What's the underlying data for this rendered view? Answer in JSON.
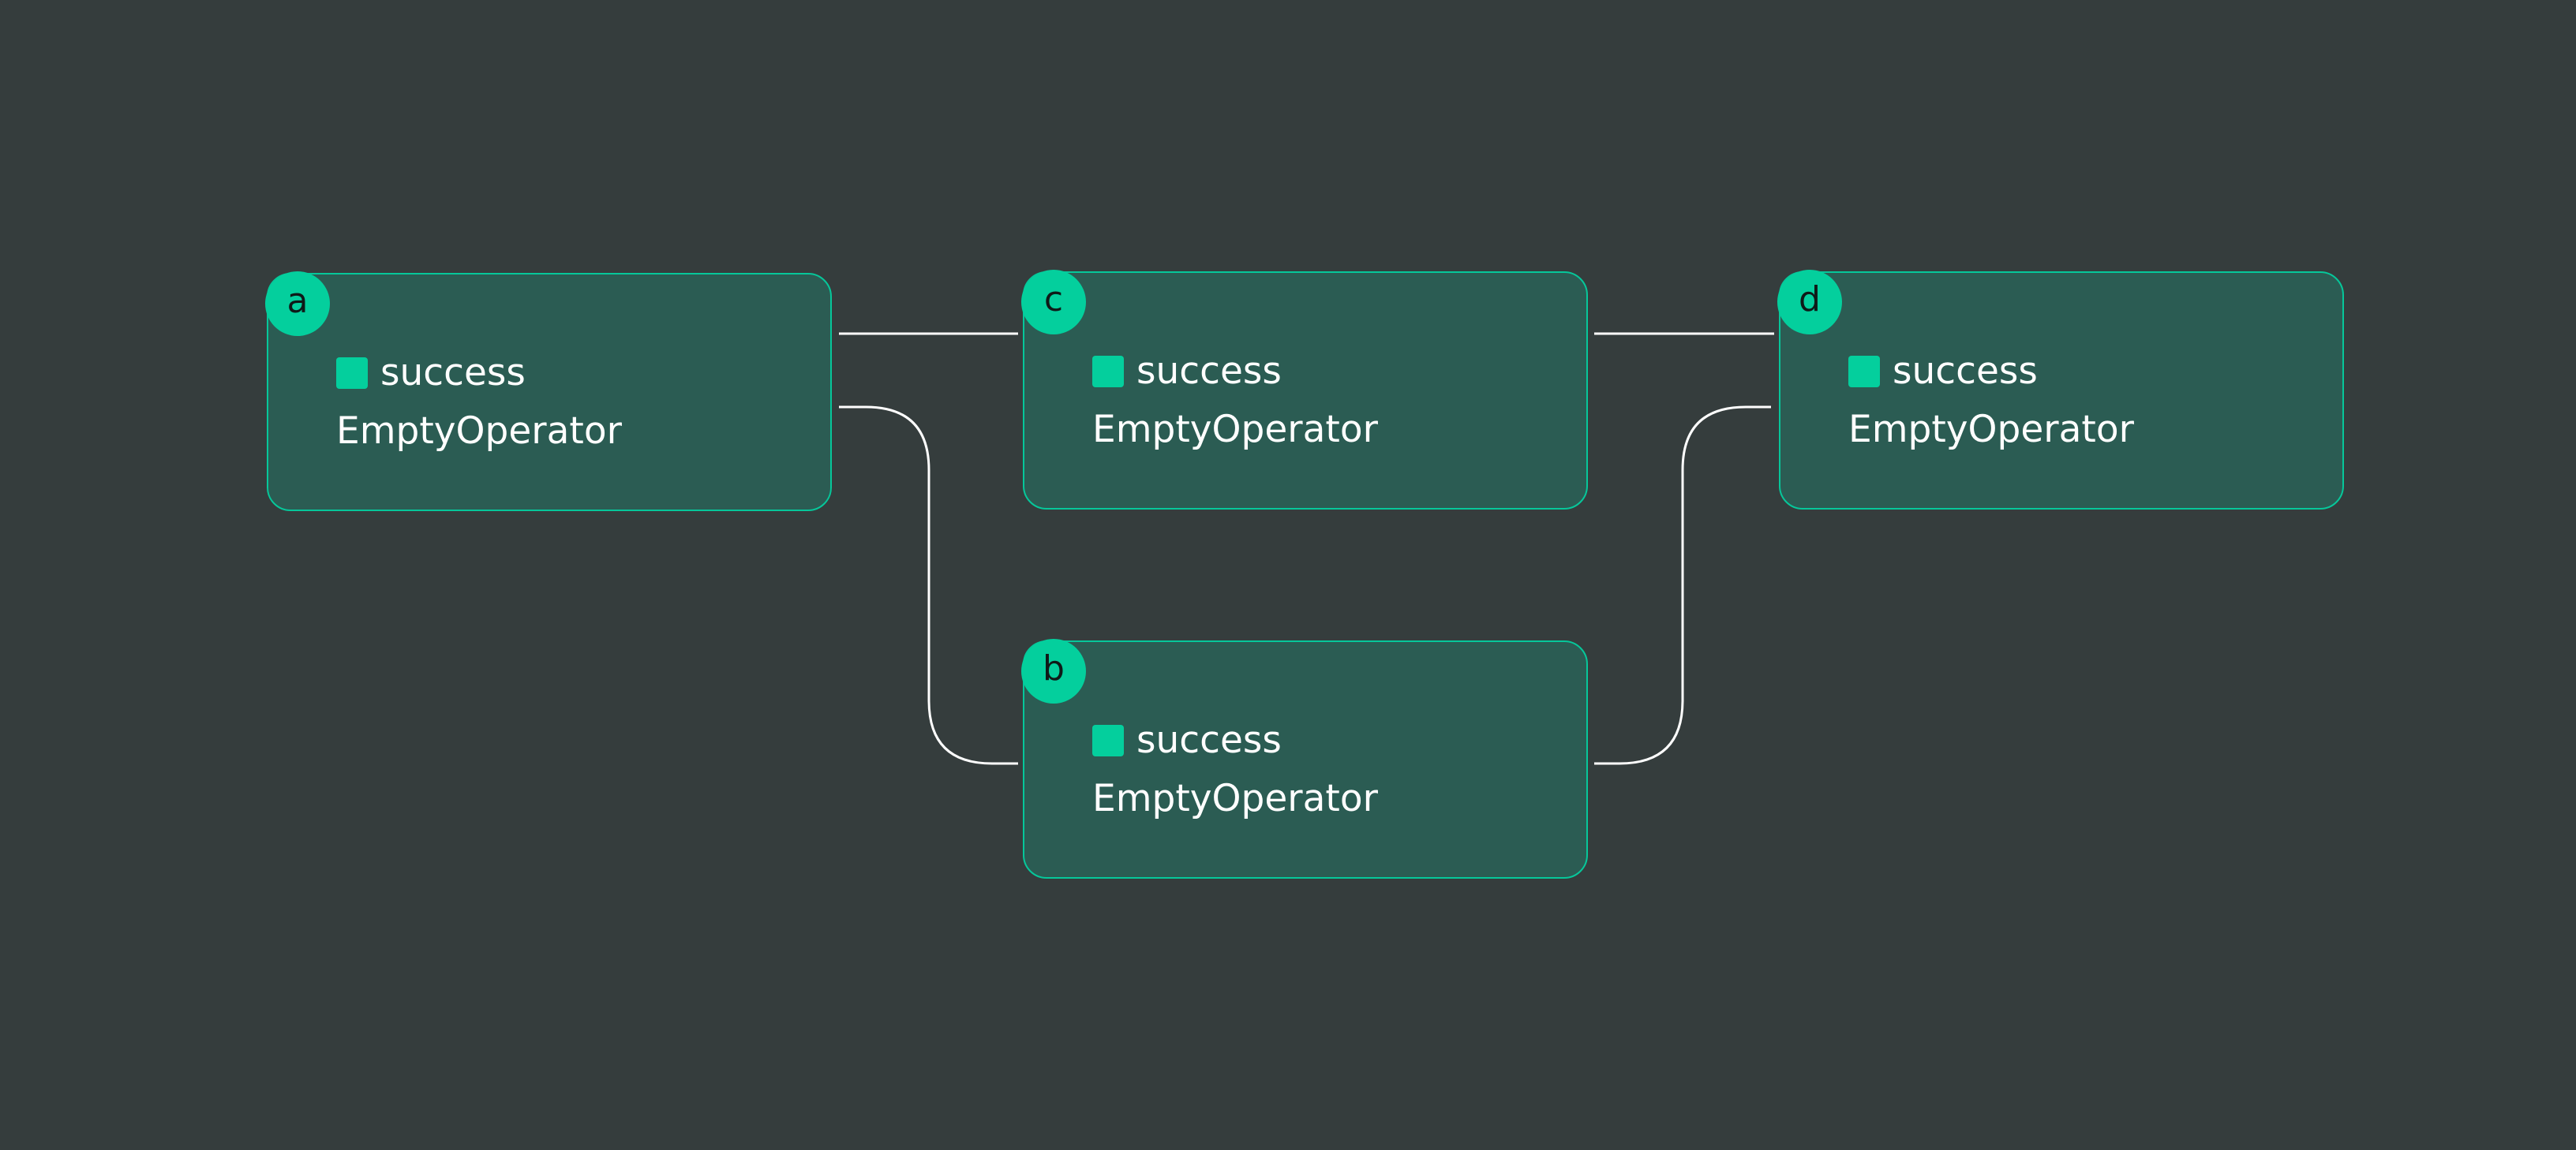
{
  "graph": {
    "nodes": [
      {
        "id": "a",
        "state": "success",
        "operator": "EmptyOperator"
      },
      {
        "id": "c",
        "state": "success",
        "operator": "EmptyOperator"
      },
      {
        "id": "d",
        "state": "success",
        "operator": "EmptyOperator"
      },
      {
        "id": "b",
        "state": "success",
        "operator": "EmptyOperator"
      }
    ],
    "edges": [
      {
        "from": "a",
        "to": "c"
      },
      {
        "from": "a",
        "to": "b"
      },
      {
        "from": "c",
        "to": "d"
      },
      {
        "from": "b",
        "to": "d"
      }
    ]
  },
  "colors": {
    "background": "#353d3d",
    "node_fill": "#2b5c53",
    "node_border": "#06c79a",
    "success": "#04cf9d",
    "edge": "#ffffff"
  }
}
